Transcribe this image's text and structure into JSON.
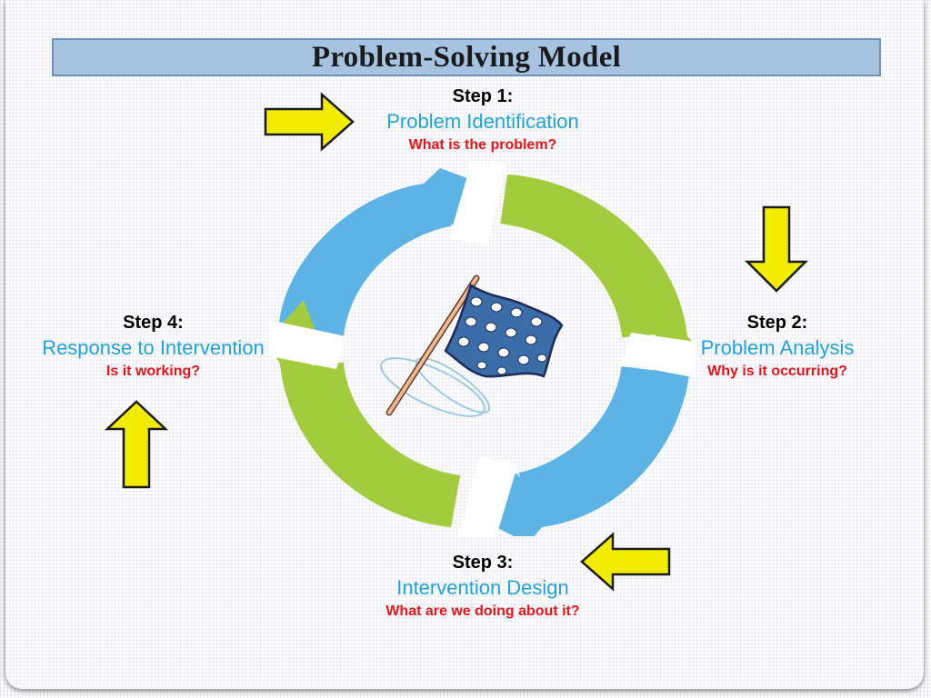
{
  "title": "Problem-Solving Model",
  "steps": [
    {
      "label": "Step 1:",
      "name": "Problem Identification",
      "question": "What is the problem?"
    },
    {
      "label": "Step 2:",
      "name": "Problem Analysis",
      "question": "Why is it occurring?"
    },
    {
      "label": "Step 3:",
      "name": "Intervention Design",
      "question": "What are we doing about it?"
    },
    {
      "label": "Step 4:",
      "name": "Response to Intervention",
      "question": "Is it working?"
    }
  ],
  "colors": {
    "title_bar": "#a7c3e2",
    "step_name": "#1fa3e0",
    "question": "#e8141b",
    "cycle_blue": "#5bb4e5",
    "cycle_green": "#a2cb3d",
    "arrow_fill": "#f2ec00"
  },
  "icons": [
    "checkered-flag-icon",
    "arrow-right-icon",
    "arrow-down-icon",
    "arrow-left-icon",
    "arrow-up-icon"
  ]
}
